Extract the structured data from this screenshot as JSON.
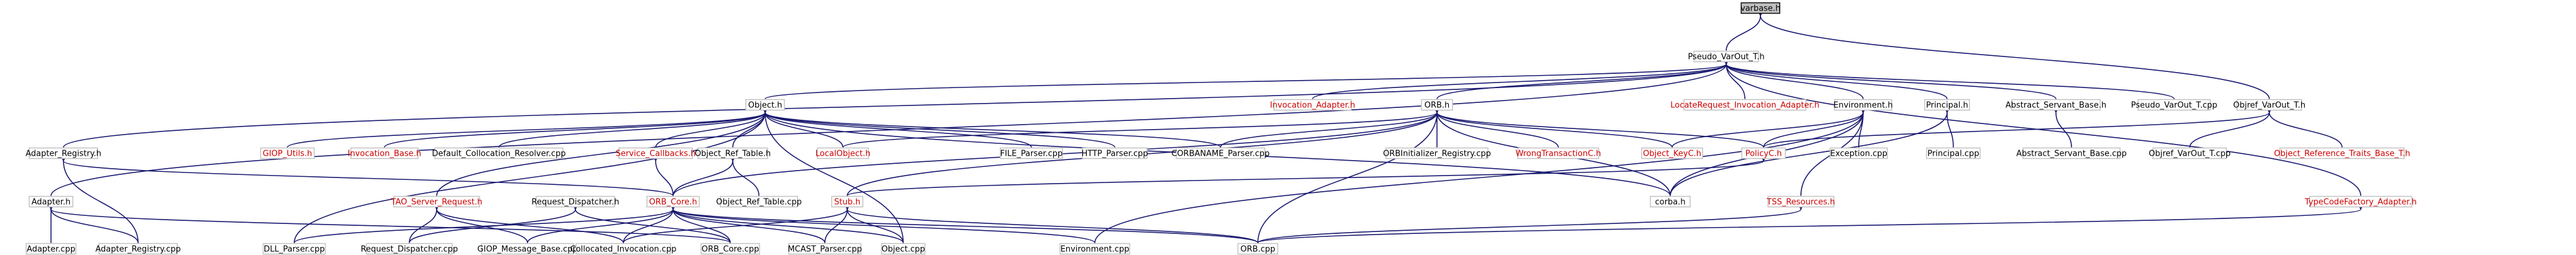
{
  "colors": {
    "edge": "#191970",
    "root_fill": "#bfbfbf",
    "red_text": "#cc0000",
    "box_border": "#bfbfbf"
  },
  "nodes": {
    "varbase_h": "varbase.h",
    "pseudo_varout_t_h": "Pseudo_VarOut_T.h",
    "object_h": "Object.h",
    "invocation_adapter_h": "Invocation_Adapter.h",
    "orb_h": "ORB.h",
    "locaterequest_h": "LocateRequest_Invocation_Adapter.h",
    "environment_h": "Environment.h",
    "principal_h": "Principal.h",
    "abstract_servant_base_h": "Abstract_Servant_Base.h",
    "pseudo_varout_t_cpp": "Pseudo_VarOut_T.cpp",
    "objref_varout_t_h": "Objref_VarOut_T.h",
    "adapter_registry_h": "Adapter_Registry.h",
    "giop_utils_h": "GIOP_Utils.h",
    "invocation_base_h": "Invocation_Base.h",
    "default_collocation_resolver_cpp": "Default_Collocation_Resolver.cpp",
    "service_callbacks_h": "Service_Callbacks.h",
    "object_ref_table_h": "Object_Ref_Table.h",
    "localobject_h": "LocalObject.h",
    "file_parser_cpp": "FILE_Parser.cpp",
    "http_parser_cpp": "HTTP_Parser.cpp",
    "corbaname_parser_cpp": "CORBANAME_Parser.cpp",
    "orbinitializer_registry_cpp": "ORBInitializer_Registry.cpp",
    "wrongtransactionc_h": "WrongTransactionC.h",
    "object_keyc_h": "Object_KeyC.h",
    "policyc_h": "PolicyC.h",
    "exception_cpp": "Exception.cpp",
    "principal_cpp": "Principal.cpp",
    "abstract_servant_base_cpp": "Abstract_Servant_Base.cpp",
    "objref_varout_t_cpp": "Objref_VarOut_T.cpp",
    "object_reference_traits_base_t_h": "Object_Reference_Traits_Base_T.h",
    "adapter_h": "Adapter.h",
    "tao_server_request_h": "TAO_Server_Request.h",
    "request_dispatcher_h": "Request_Dispatcher.h",
    "orb_core_h": "ORB_Core.h",
    "object_ref_table_cpp": "Object_Ref_Table.cpp",
    "stub_h": "Stub.h",
    "corba_h": "corba.h",
    "tss_resources_h": "TSS_Resources.h",
    "typecodefactory_adapter_h": "TypeCodeFactory_Adapter.h",
    "adapter_cpp": "Adapter.cpp",
    "adapter_registry_cpp": "Adapter_Registry.cpp",
    "dll_parser_cpp": "DLL_Parser.cpp",
    "request_dispatcher_cpp": "Request_Dispatcher.cpp",
    "giop_message_base_cpp": "GIOP_Message_Base.cpp",
    "collocated_invocation_cpp": "Collocated_Invocation.cpp",
    "orb_core_cpp": "ORB_Core.cpp",
    "mcast_parser_cpp": "MCAST_Parser.cpp",
    "object_cpp": "Object.cpp",
    "environment_cpp": "Environment.cpp",
    "orb_cpp": "ORB.cpp"
  }
}
